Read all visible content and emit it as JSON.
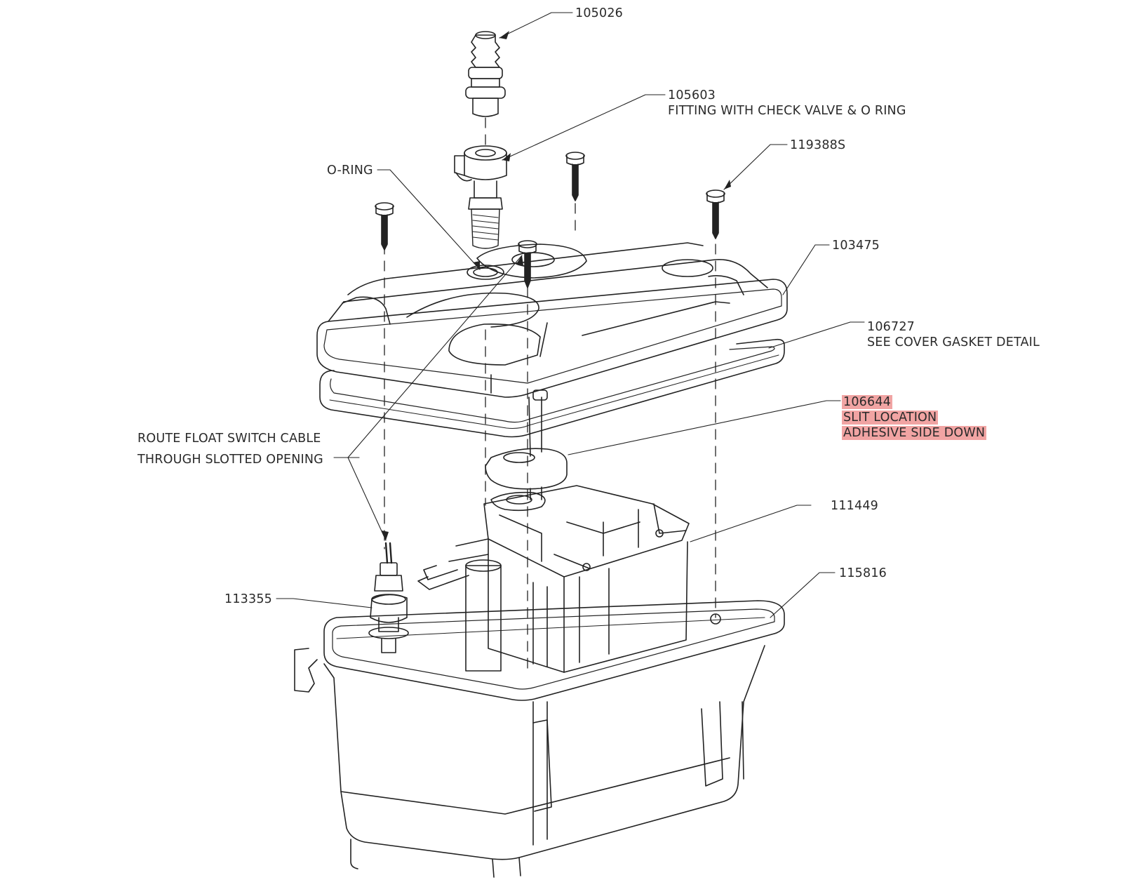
{
  "diagram": {
    "highlight_color": "#f1a4a3",
    "callouts": [
      {
        "id": "c-105026",
        "lines": [
          "105026"
        ]
      },
      {
        "id": "c-105603",
        "lines": [
          "105603",
          "FITTING WITH CHECK VALVE & O RING"
        ]
      },
      {
        "id": "c-119388s",
        "lines": [
          "119388S"
        ]
      },
      {
        "id": "c-o-ring",
        "lines": [
          "O-RING"
        ]
      },
      {
        "id": "c-103475",
        "lines": [
          "103475"
        ]
      },
      {
        "id": "c-106727",
        "lines": [
          "106727",
          "SEE COVER GASKET DETAIL"
        ]
      },
      {
        "id": "c-106644",
        "lines": [
          "106644",
          "SLIT LOCATION",
          "ADHESIVE SIDE DOWN"
        ],
        "highlighted": true
      },
      {
        "id": "c-route",
        "lines": [
          "ROUTE FLOAT SWITCH CABLE",
          "THROUGH SLOTTED OPENING"
        ]
      },
      {
        "id": "c-111449",
        "lines": [
          "111449"
        ]
      },
      {
        "id": "c-115816",
        "lines": [
          "115816"
        ]
      },
      {
        "id": "c-113355",
        "lines": [
          "113355"
        ]
      }
    ]
  }
}
